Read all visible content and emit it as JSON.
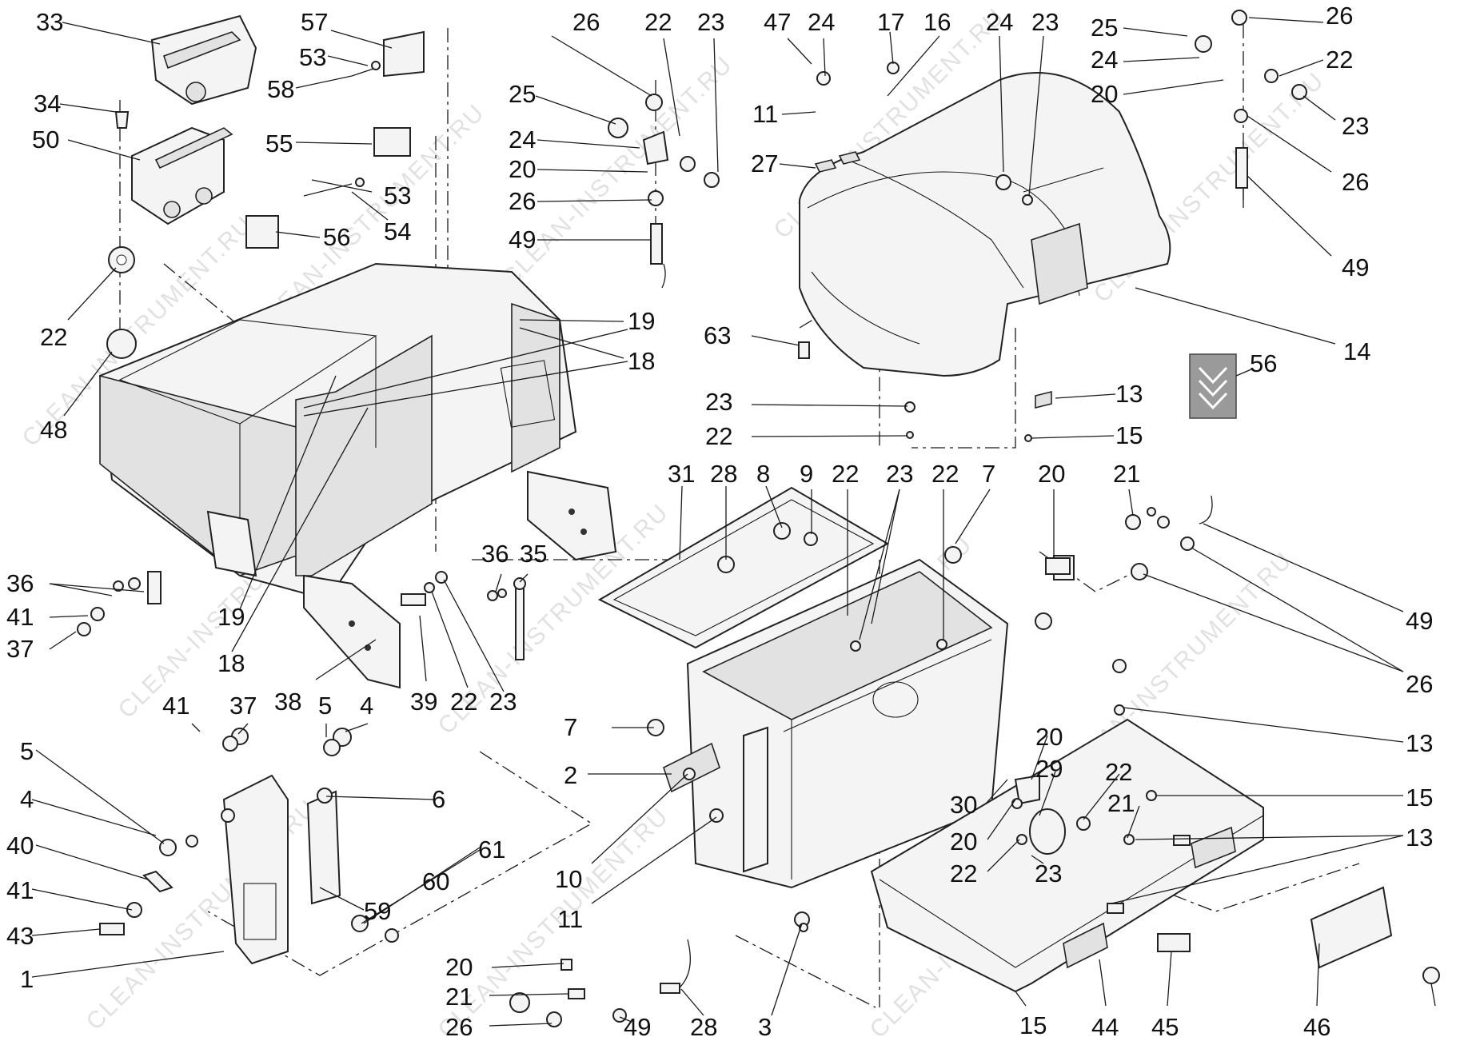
{
  "watermark": "CLEAN-INSTRUMENT.RU",
  "callouts": [
    {
      "id": "c1",
      "label": "33"
    },
    {
      "id": "c2",
      "label": "57"
    },
    {
      "id": "c3",
      "label": "53"
    },
    {
      "id": "c4",
      "label": "58"
    },
    {
      "id": "c5",
      "label": "34"
    },
    {
      "id": "c6",
      "label": "50"
    },
    {
      "id": "c7",
      "label": "55"
    },
    {
      "id": "c8",
      "label": "53"
    },
    {
      "id": "c9",
      "label": "54"
    },
    {
      "id": "c10",
      "label": "56"
    },
    {
      "id": "c11",
      "label": "22"
    },
    {
      "id": "c12",
      "label": "48"
    },
    {
      "id": "c13",
      "label": "26"
    },
    {
      "id": "c14",
      "label": "22"
    },
    {
      "id": "c15",
      "label": "23"
    },
    {
      "id": "c16",
      "label": "25"
    },
    {
      "id": "c17",
      "label": "24"
    },
    {
      "id": "c18",
      "label": "20"
    },
    {
      "id": "c19",
      "label": "26"
    },
    {
      "id": "c20",
      "label": "49"
    },
    {
      "id": "c21",
      "label": "19"
    },
    {
      "id": "c22",
      "label": "18"
    },
    {
      "id": "c23",
      "label": "47"
    },
    {
      "id": "c24",
      "label": "24"
    },
    {
      "id": "c25",
      "label": "17"
    },
    {
      "id": "c26",
      "label": "16"
    },
    {
      "id": "c27",
      "label": "11"
    },
    {
      "id": "c28",
      "label": "27"
    },
    {
      "id": "c29",
      "label": "24"
    },
    {
      "id": "c30",
      "label": "23"
    },
    {
      "id": "c31",
      "label": "25"
    },
    {
      "id": "c32",
      "label": "24"
    },
    {
      "id": "c33",
      "label": "20"
    },
    {
      "id": "c34",
      "label": "26"
    },
    {
      "id": "c35",
      "label": "22"
    },
    {
      "id": "c36",
      "label": "23"
    },
    {
      "id": "c37",
      "label": "26"
    },
    {
      "id": "c38",
      "label": "49"
    },
    {
      "id": "c39",
      "label": "63"
    },
    {
      "id": "c40",
      "label": "14"
    },
    {
      "id": "c41",
      "label": "56"
    },
    {
      "id": "c42",
      "label": "23"
    },
    {
      "id": "c43",
      "label": "22"
    },
    {
      "id": "c44",
      "label": "13"
    },
    {
      "id": "c45",
      "label": "15"
    },
    {
      "id": "c46",
      "label": "36"
    },
    {
      "id": "c47",
      "label": "41"
    },
    {
      "id": "c48",
      "label": "37"
    },
    {
      "id": "c49",
      "label": "19"
    },
    {
      "id": "c50",
      "label": "18"
    },
    {
      "id": "c51",
      "label": "36"
    },
    {
      "id": "c52",
      "label": "35"
    },
    {
      "id": "c53",
      "label": "38"
    },
    {
      "id": "c54",
      "label": "39"
    },
    {
      "id": "c55",
      "label": "22"
    },
    {
      "id": "c56",
      "label": "23"
    },
    {
      "id": "c57",
      "label": "31"
    },
    {
      "id": "c58",
      "label": "28"
    },
    {
      "id": "c59",
      "label": "8"
    },
    {
      "id": "c60",
      "label": "9"
    },
    {
      "id": "c61",
      "label": "22"
    },
    {
      "id": "c62",
      "label": "23"
    },
    {
      "id": "c63",
      "label": "22"
    },
    {
      "id": "c64",
      "label": "7"
    },
    {
      "id": "c65",
      "label": "20"
    },
    {
      "id": "c66",
      "label": "21"
    },
    {
      "id": "c67",
      "label": "49"
    },
    {
      "id": "c68",
      "label": "26"
    },
    {
      "id": "c69",
      "label": "13"
    },
    {
      "id": "c70",
      "label": "15"
    },
    {
      "id": "c71",
      "label": "13"
    },
    {
      "id": "c72",
      "label": "41"
    },
    {
      "id": "c73",
      "label": "37"
    },
    {
      "id": "c74",
      "label": "5"
    },
    {
      "id": "c75",
      "label": "4"
    },
    {
      "id": "c76",
      "label": "5"
    },
    {
      "id": "c77",
      "label": "4"
    },
    {
      "id": "c78",
      "label": "6"
    },
    {
      "id": "c79",
      "label": "40"
    },
    {
      "id": "c80",
      "label": "61"
    },
    {
      "id": "c81",
      "label": "60"
    },
    {
      "id": "c82",
      "label": "41"
    },
    {
      "id": "c83",
      "label": "59"
    },
    {
      "id": "c84",
      "label": "43"
    },
    {
      "id": "c85",
      "label": "1"
    },
    {
      "id": "c86",
      "label": "7"
    },
    {
      "id": "c87",
      "label": "2"
    },
    {
      "id": "c88",
      "label": "10"
    },
    {
      "id": "c89",
      "label": "11"
    },
    {
      "id": "c90",
      "label": "20"
    },
    {
      "id": "c91",
      "label": "29"
    },
    {
      "id": "c92",
      "label": "22"
    },
    {
      "id": "c93",
      "label": "30"
    },
    {
      "id": "c94",
      "label": "21"
    },
    {
      "id": "c95",
      "label": "20"
    },
    {
      "id": "c96",
      "label": "22"
    },
    {
      "id": "c97",
      "label": "23"
    },
    {
      "id": "c98",
      "label": "20"
    },
    {
      "id": "c99",
      "label": "21"
    },
    {
      "id": "c100",
      "label": "26"
    },
    {
      "id": "c101",
      "label": "49"
    },
    {
      "id": "c102",
      "label": "28"
    },
    {
      "id": "c103",
      "label": "3"
    },
    {
      "id": "c104",
      "label": "15"
    },
    {
      "id": "c105",
      "label": "44"
    },
    {
      "id": "c106",
      "label": "45"
    },
    {
      "id": "c107",
      "label": "46"
    }
  ]
}
